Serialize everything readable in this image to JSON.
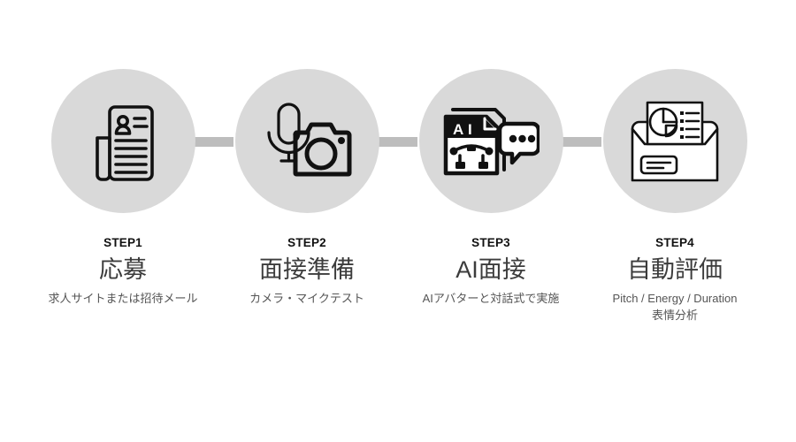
{
  "diagram": {
    "title": "AI interview process flow",
    "colors": {
      "background": "#ffffff",
      "bubble_fill": "#d9d9d9",
      "connector": "#bdbdbd",
      "icon_stroke": "#111111",
      "kicker_text": "#111111",
      "title_text": "#3c3c3c",
      "desc_text": "#555555"
    },
    "steps": [
      {
        "kicker": "STEP1",
        "title": "応募",
        "desc": "求人サイトまたは招待メール",
        "desc2": "",
        "icon": "resume-document-icon"
      },
      {
        "kicker": "STEP2",
        "title": "面接準備",
        "desc": "カメラ・マイクテスト",
        "desc2": "",
        "icon": "microphone-camera-icon"
      },
      {
        "kicker": "STEP3",
        "title": "AI面接",
        "desc": "AIアバターと対話式で実施",
        "desc2": "",
        "icon": "ai-file-chat-icon"
      },
      {
        "kicker": "STEP4",
        "title": "自動評価",
        "desc": "Pitch / Energy / Duration",
        "desc2": "表情分析",
        "icon": "report-printer-icon"
      }
    ]
  }
}
